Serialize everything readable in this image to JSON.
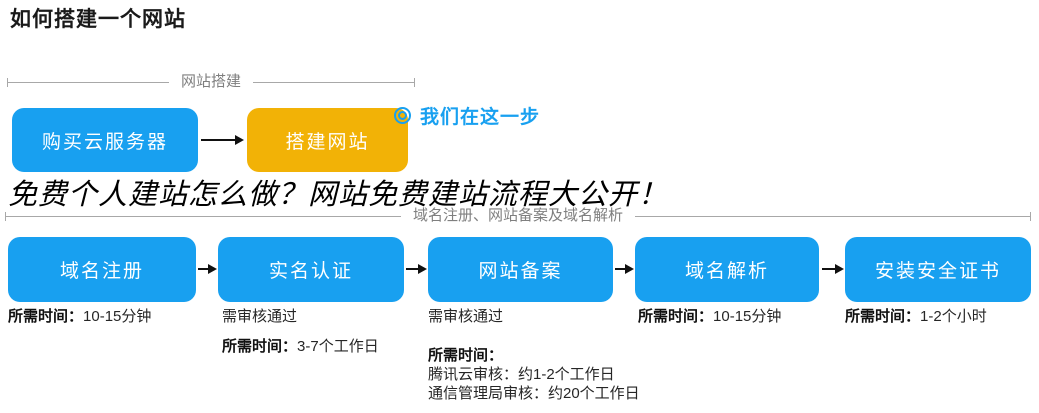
{
  "title": "如何搭建一个网站",
  "headline": "免费个人建站怎么做？网站免费建站流程大公开！",
  "build_section": {
    "bracket_label": "网站搭建",
    "steps": [
      {
        "label": "购买云服务器"
      },
      {
        "label": "搭建网站"
      }
    ],
    "callout": {
      "icon": "target-icon",
      "text": "我们在这一步"
    }
  },
  "domain_section": {
    "bracket_label": "域名注册、网站备案及域名解析",
    "steps": [
      {
        "label": "域名注册"
      },
      {
        "label": "实名认证"
      },
      {
        "label": "网站备案"
      },
      {
        "label": "域名解析"
      },
      {
        "label": "安装安全证书"
      }
    ],
    "notes": [
      {
        "time_label": "所需时间：",
        "time_value": "10-15分钟"
      },
      {
        "pre": "需审核通过",
        "time_label": "所需时间：",
        "time_value": "3-7个工作日"
      },
      {
        "pre": "需审核通过",
        "time_label": "所需时间：",
        "detail_1": "腾讯云审核：约1-2个工作日",
        "detail_2": "通信管理局审核：约20个工作日"
      },
      {
        "time_label": "所需时间：",
        "time_value": "10-15分钟"
      },
      {
        "time_label": "所需时间：",
        "time_value": "1-2个小时"
      }
    ]
  },
  "colors": {
    "step_blue": "#18a0f0",
    "step_yellow": "#f2b206",
    "callout_blue": "#18a0f0",
    "bracket_text_gray": "#7f7f7f",
    "bracket_line_gray": "#a8a8a8",
    "arrow_black": "#111111",
    "text_black": "#1a1a1a"
  }
}
